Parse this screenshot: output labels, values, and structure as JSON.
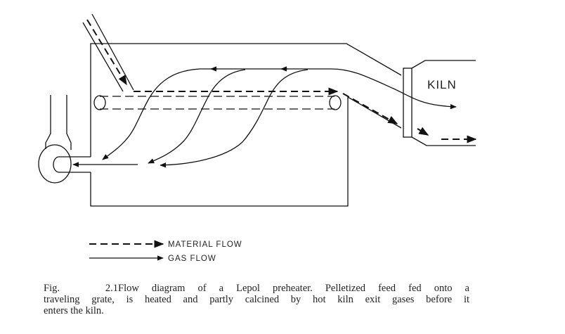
{
  "diagram": {
    "kiln_label": "KILN",
    "legend": {
      "material_flow": "MATERIAL FLOW",
      "gas_flow": "GAS FLOW"
    }
  },
  "caption": {
    "figure_number": "Fig. 2.1",
    "line1": "Flow diagram of a Lepol preheater.  Pelletized feed fed onto a",
    "line2": "traveling grate, is heated and partly calcined by hot kiln exit gases before it",
    "line3": "enters the kiln."
  }
}
